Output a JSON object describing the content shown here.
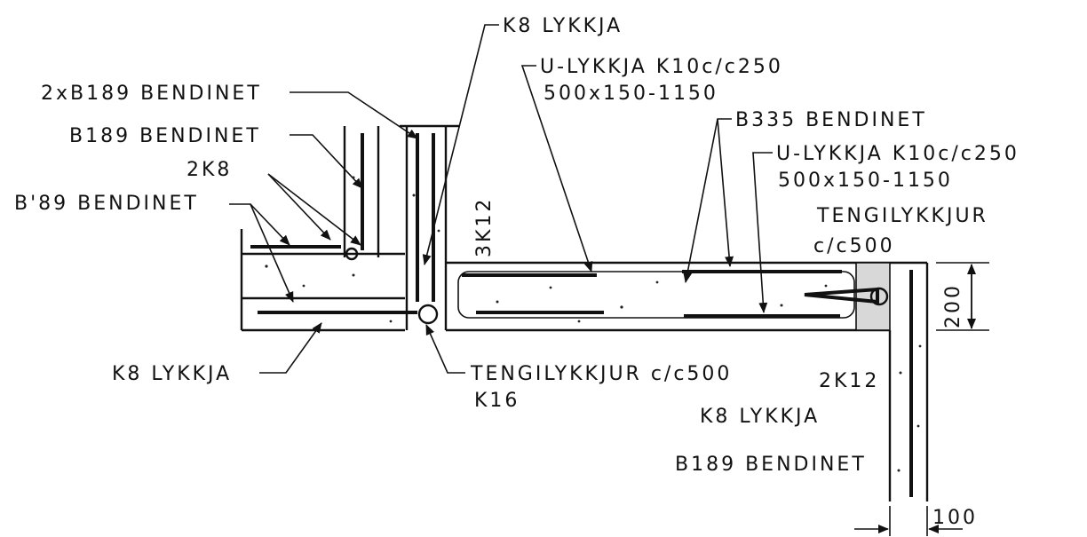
{
  "labels": {
    "k8_lykkja_top": "K8 LYKKJA",
    "b2x189": "2xB189 BENDINET",
    "b189_top": "B189 BENDINET",
    "k8x2": "2K8",
    "b189_left": "B'89 BENDINET",
    "u_lykkja_1_line1": "U-LYKKJA K10c/c250",
    "u_lykkja_1_line2": "500x150-1150",
    "b335": "B335 BENDINET",
    "u_lykkja_2_line1": "U-LYKKJA K10c/c250",
    "u_lykkja_2_line2": "500x150-1150",
    "tengilykkjur_right_line1": "TENGILYKKJUR",
    "tengilykkjur_right_line2": "c/c500",
    "k12x3": "3K12",
    "dim_200": "200",
    "k8_lykkja_left": "K8 LYKKJA",
    "tengilykkjur_bottom_line1": "TENGILYKKJUR c/c500",
    "tengilykkjur_bottom_line2": "K16",
    "k12x2": "2K12",
    "k8_lykkja_right": "K8 LYKKJA",
    "b189_bottom": "B189 BENDINET",
    "dim_100": "100"
  }
}
